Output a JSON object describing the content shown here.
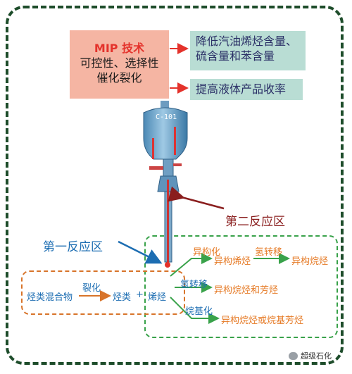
{
  "mip": {
    "title": "MIP 技术",
    "line2": "可控性、选择性",
    "line3": "催化裂化"
  },
  "effects": {
    "effect1": "降低汽油烯烃含量、硫含量和苯含量",
    "effect2": "提高液体产品收率"
  },
  "reactor": {
    "tag": "C-101",
    "zone2": "第二反应区",
    "zone1": "第一反应区"
  },
  "process": {
    "feed": "烃类混合物",
    "cracking": "裂化",
    "hydrocarbons": "烃类",
    "plus": "+",
    "olefins": "烯烃",
    "isomerization": "异构化",
    "iso_olefins": "异构烯烃",
    "h_transfer1": "氢转移",
    "iso_alkanes": "异构烷烃",
    "h_transfer2": "氢转移",
    "iso_alkanes_aromatics": "异构烷烃和芳烃",
    "alkylation": "烷基化",
    "iso_or_alkyl_aromatics": "异构烷烃或烷基芳烃"
  },
  "watermark": "超级石化",
  "colors": {
    "frame": "#1e4d2b",
    "mip_bg": "#f5b5a3",
    "effect_bg": "#b9ddd4",
    "arrow_red": "#e4322b",
    "arrow_green": "#39a24a",
    "arrow_orange": "#d8742a",
    "zone_blue": "#1c6db2"
  }
}
